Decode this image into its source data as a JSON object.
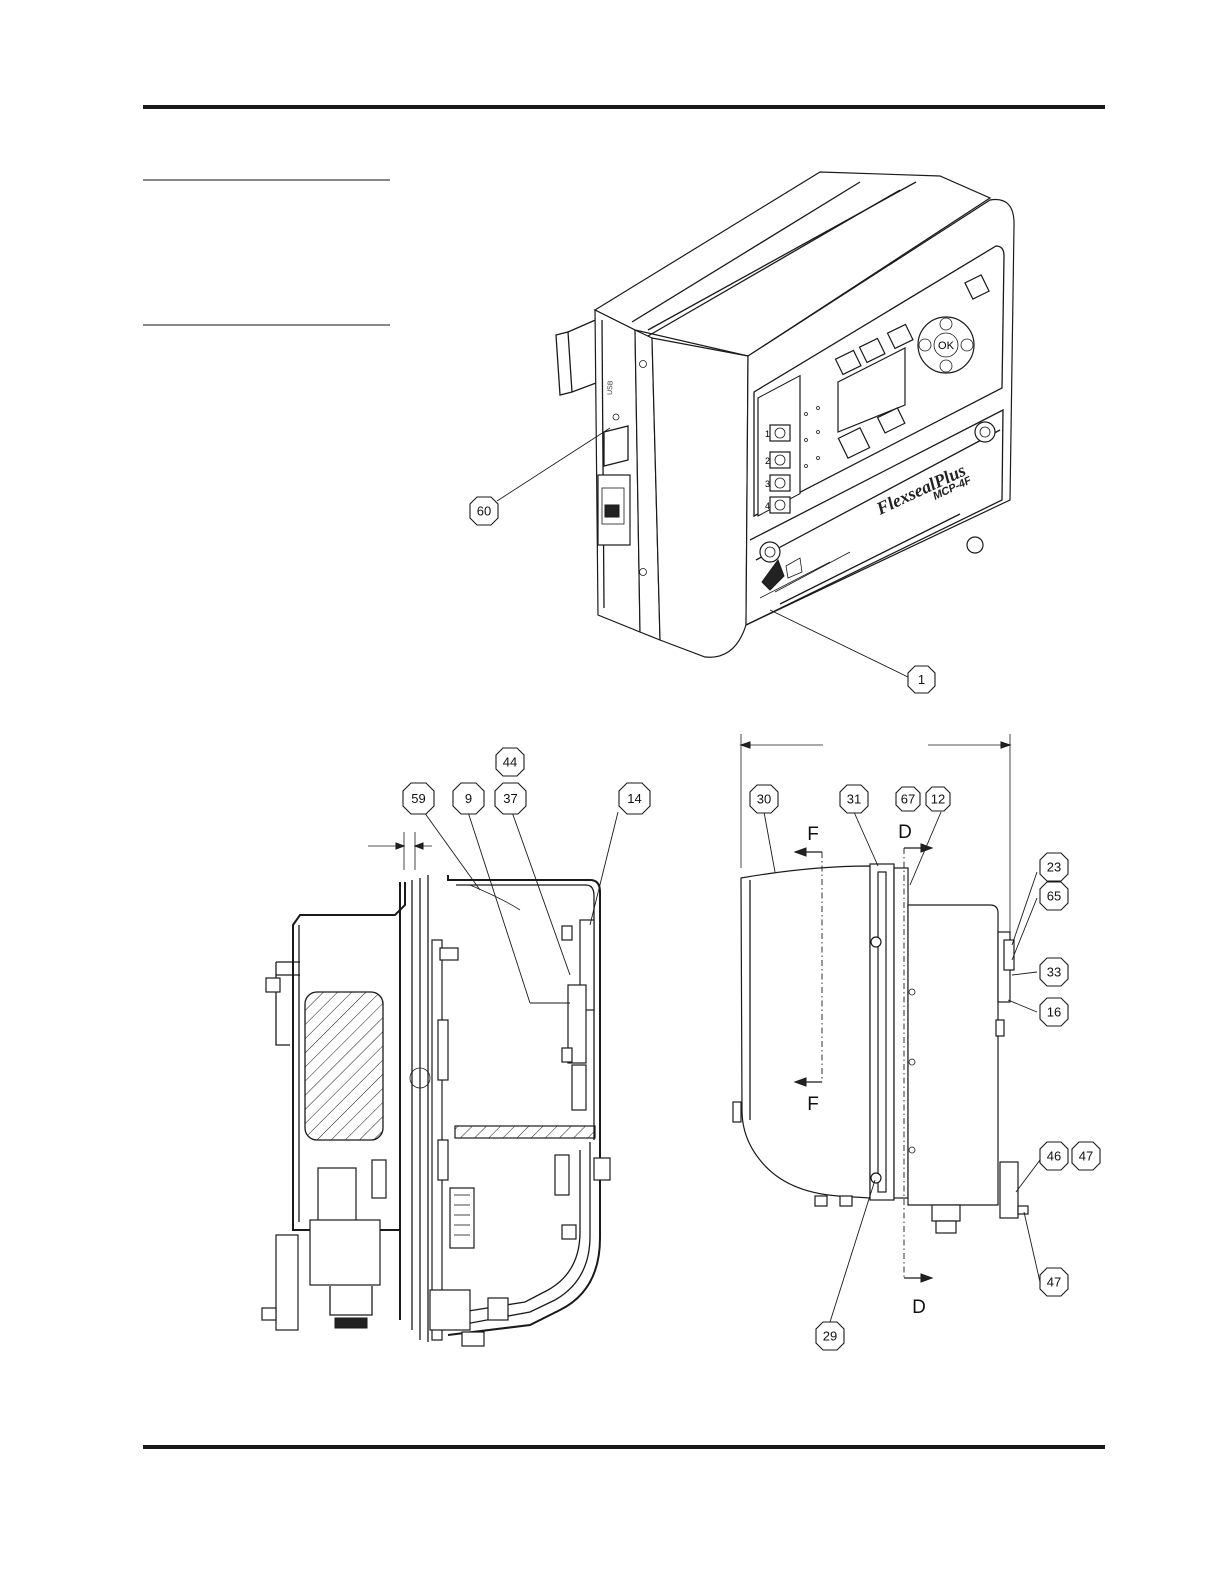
{
  "balloons": {
    "b1": "1",
    "b60": "60",
    "b44": "44",
    "b59": "59",
    "b9": "9",
    "b37": "37",
    "b14": "14",
    "b30": "30",
    "b31": "31",
    "b67": "67",
    "b12": "12",
    "b23": "23",
    "b65": "65",
    "b33": "33",
    "b16": "16",
    "b46": "46",
    "b47a": "47",
    "b47b": "47",
    "b29": "29"
  },
  "section_marks": {
    "f_top": "F",
    "f_bottom": "F",
    "d_top": "D",
    "d_bottom": "D"
  },
  "product": {
    "brand": "FlexsealPlus",
    "model": "MCP-4F",
    "ok_key": "OK",
    "channels": [
      "1",
      "2",
      "3",
      "4"
    ]
  }
}
